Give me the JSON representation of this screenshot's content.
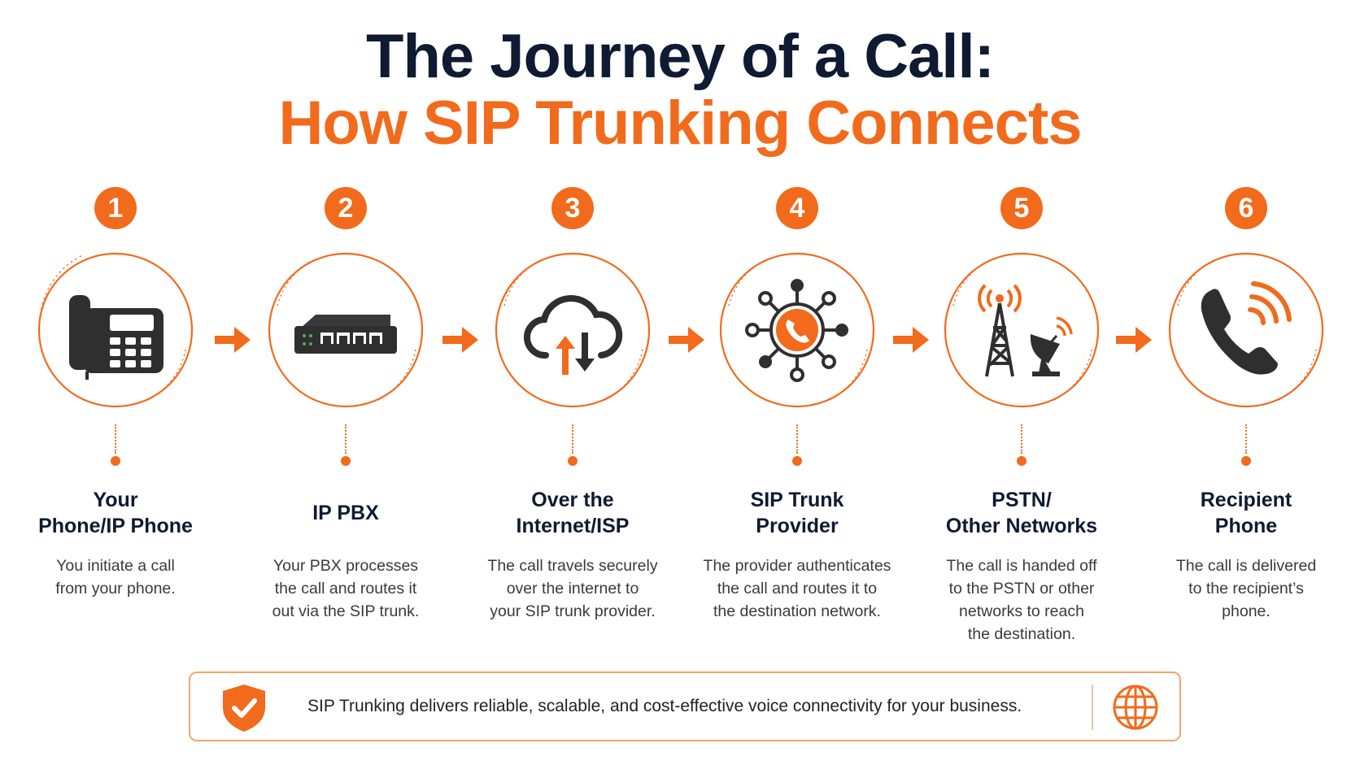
{
  "title": {
    "line1": "The Journey of a Call:",
    "line2": "How SIP Trunking Connects"
  },
  "colors": {
    "accent": "#f26a1b",
    "title_dark": "#0f1a33",
    "icon_dark": "#2f2f2f"
  },
  "steps": [
    {
      "number": "1",
      "icon": "desk-phone-icon",
      "title": "Your\nPhone/IP Phone",
      "description": "You initiate a call\nfrom your phone."
    },
    {
      "number": "2",
      "icon": "pbx-switch-icon",
      "title": "IP PBX",
      "description": "Your PBX processes\nthe call and routes it\nout via the SIP trunk."
    },
    {
      "number": "3",
      "icon": "cloud-upload-download-icon",
      "title": "Over the\nInternet/ISP",
      "description": "The call travels securely\nover the internet to\nyour SIP trunk provider."
    },
    {
      "number": "4",
      "icon": "network-hub-phone-icon",
      "title": "SIP Trunk\nProvider",
      "description": "The provider authenticates\nthe call and routes it to\nthe destination network."
    },
    {
      "number": "5",
      "icon": "cell-tower-satellite-icon",
      "title": "PSTN/\nOther Networks",
      "description": "The call is handed off\nto the PSTN or other\nnetworks to reach\nthe destination."
    },
    {
      "number": "6",
      "icon": "ringing-phone-icon",
      "title": "Recipient\nPhone",
      "description": "The call is delivered\nto the recipient’s\nphone."
    }
  ],
  "banner": {
    "text": "SIP Trunking delivers reliable, scalable, and cost-effective voice connectivity for your business.",
    "left_icon": "shield-check-icon",
    "right_icon": "globe-icon"
  }
}
